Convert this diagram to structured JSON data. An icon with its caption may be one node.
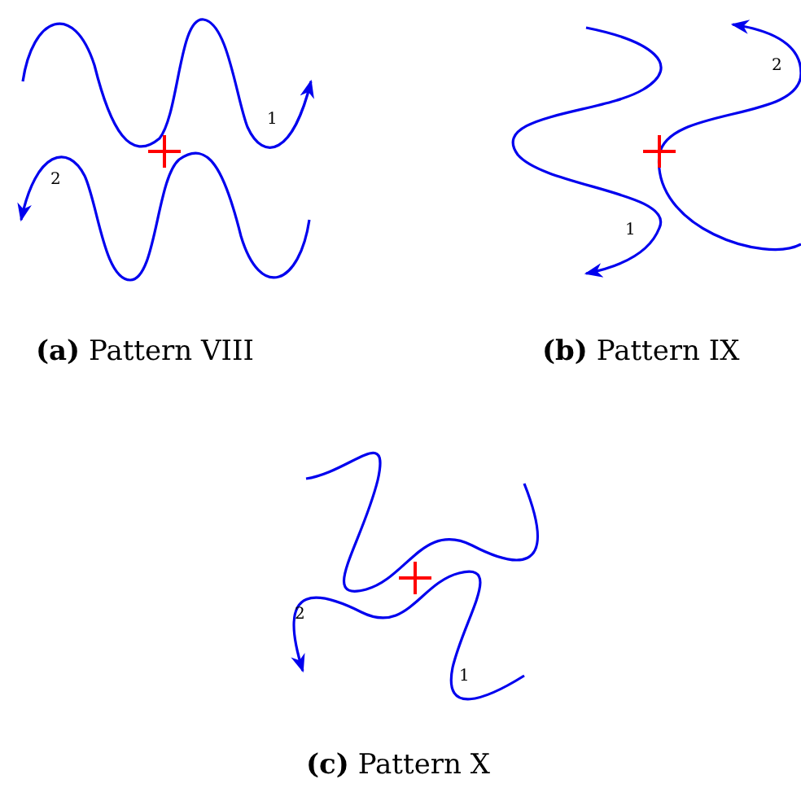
{
  "diagram": {
    "labels": [
      "2",
      "1",
      "2",
      "1",
      "**(a)** Pattern VIII",
      "**(b)** Pattern IX",
      "2",
      "1",
      "**(c)** Pattern X"
    ]
  }
}
